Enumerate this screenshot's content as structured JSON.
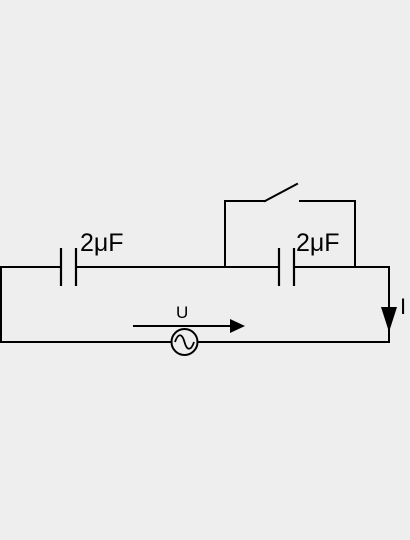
{
  "diagram": {
    "capacitor_left": {
      "label": "2μF"
    },
    "capacitor_right": {
      "label": "2μF"
    },
    "source": {
      "voltage_label": "U",
      "symbol": "ac-source-icon"
    },
    "current": {
      "label": "I"
    },
    "switch": {
      "state": "open"
    }
  }
}
